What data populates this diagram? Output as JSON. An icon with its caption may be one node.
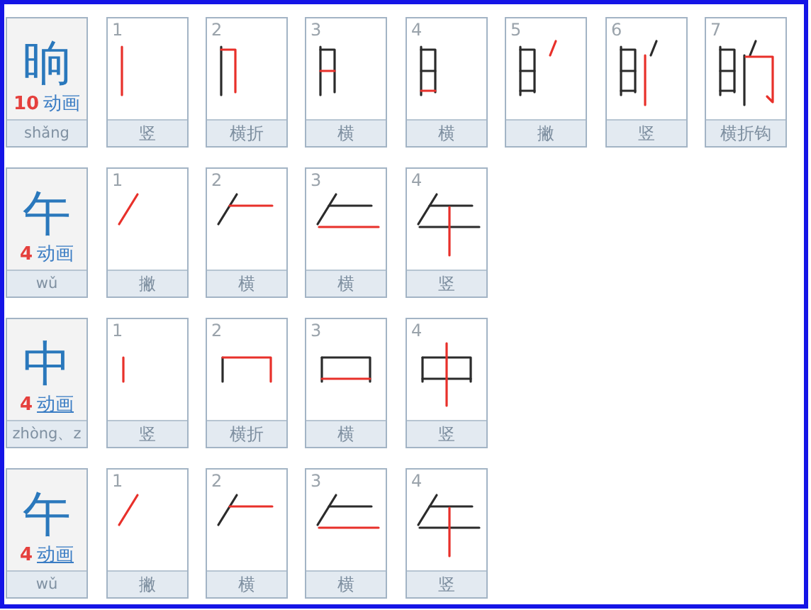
{
  "diagram": {
    "nodes": [
      {
        "text": [
          "晌",
          "10",
          "动画",
          "shǎng"
        ]
      },
      {
        "text": [
          "1",
          "竖"
        ]
      },
      {
        "text": [
          "2",
          "横折"
        ]
      },
      {
        "text": [
          "3",
          "横"
        ]
      },
      {
        "text": [
          "4",
          "横"
        ]
      },
      {
        "text": [
          "5",
          "撇"
        ]
      },
      {
        "text": [
          "6",
          "竖"
        ]
      },
      {
        "text": [
          "7",
          "横折钩"
        ]
      },
      {
        "text": [
          "午",
          "4",
          "动画",
          "wǔ"
        ]
      },
      {
        "text": [
          "1",
          "撇"
        ]
      },
      {
        "text": [
          "2",
          "横"
        ]
      },
      {
        "text": [
          "3",
          "横"
        ]
      },
      {
        "text": [
          "4",
          "竖"
        ]
      },
      {
        "text": [
          "中",
          "4",
          "动画",
          "zhòng、z"
        ]
      },
      {
        "text": [
          "1",
          "竖"
        ]
      },
      {
        "text": [
          "2",
          "横折"
        ]
      },
      {
        "text": [
          "3",
          "横"
        ]
      },
      {
        "text": [
          "4",
          "竖"
        ]
      },
      {
        "text": [
          "午",
          "4",
          "动画",
          "wǔ"
        ]
      },
      {
        "text": [
          "1",
          "撇"
        ]
      },
      {
        "text": [
          "2",
          "横"
        ]
      },
      {
        "text": [
          "3",
          "横"
        ]
      },
      {
        "text": [
          "4",
          "竖"
        ]
      }
    ]
  }
}
